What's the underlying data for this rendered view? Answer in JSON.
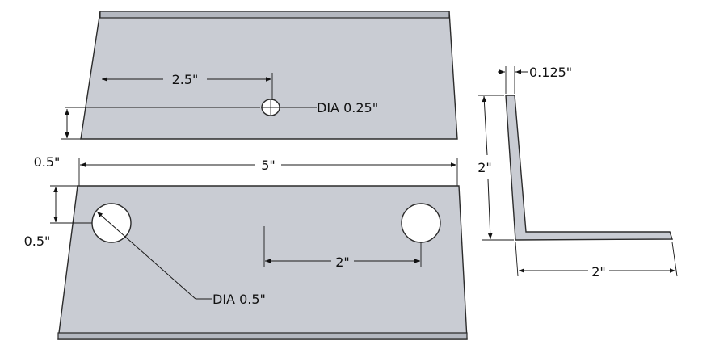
{
  "dimensions": {
    "top_hole_offset": "2.5\"",
    "top_hole_diameter": "DIA 0.25\"",
    "top_edge_offset": "0.5\"",
    "overall_length": "5\"",
    "bottom_edge_offset": "0.5\"",
    "hole_spacing": "2\"",
    "bottom_hole_diameter": "DIA 0.5\"",
    "thickness": "0.125\"",
    "leg_height": "2\"",
    "leg_width": "2\""
  }
}
